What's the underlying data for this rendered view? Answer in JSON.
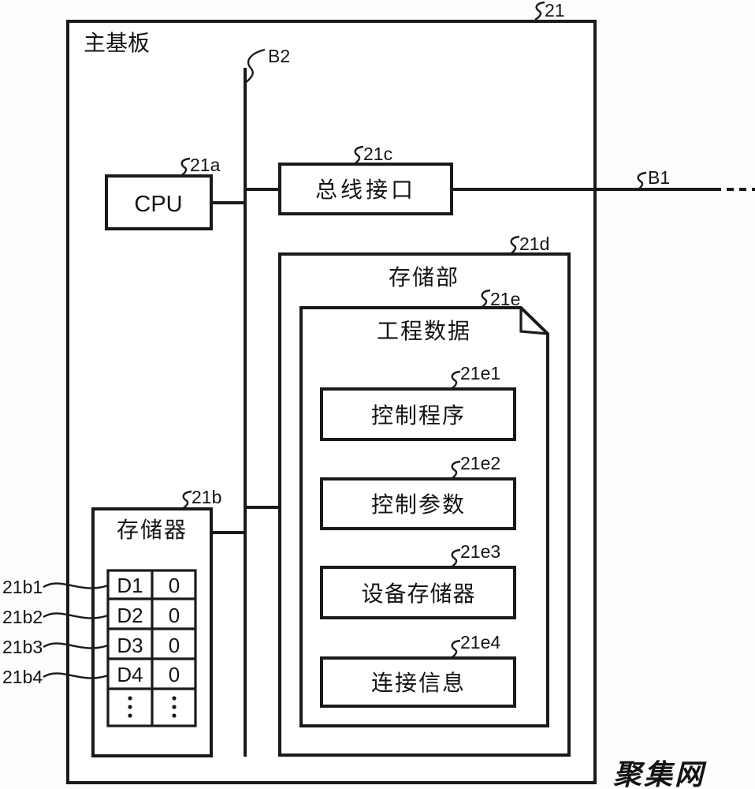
{
  "figure": {
    "board": {
      "title": "主基板",
      "ref": "21"
    },
    "buses": {
      "b1": "B1",
      "b2": "B2"
    },
    "cpu": {
      "label": "CPU",
      "ref": "21a"
    },
    "bus_interface": {
      "label": "总线接口",
      "ref": "21c"
    },
    "storage_section": {
      "label": "存储部",
      "ref": "21d",
      "project_data": {
        "label": "工程数据",
        "ref": "21e",
        "items": [
          {
            "label": "控制程序",
            "ref": "21e1"
          },
          {
            "label": "控制参数",
            "ref": "21e2"
          },
          {
            "label": "设备存储器",
            "ref": "21e3"
          },
          {
            "label": "连接信息",
            "ref": "21e4"
          }
        ]
      }
    },
    "memory": {
      "label": "存储器",
      "ref": "21b",
      "table": {
        "rows": [
          {
            "key": "D1",
            "value": "0",
            "ref": "21b1"
          },
          {
            "key": "D2",
            "value": "0",
            "ref": "21b2"
          },
          {
            "key": "D3",
            "value": "0",
            "ref": "21b3"
          },
          {
            "key": "D4",
            "value": "0",
            "ref": "21b4"
          },
          {
            "key": "⋮",
            "value": "⋮",
            "ref": ""
          }
        ]
      }
    },
    "watermark": {
      "text": "聚集网",
      "color": "#2ab598"
    },
    "colors": {
      "line": "#1a1a1a",
      "background": "#ffffff"
    }
  }
}
